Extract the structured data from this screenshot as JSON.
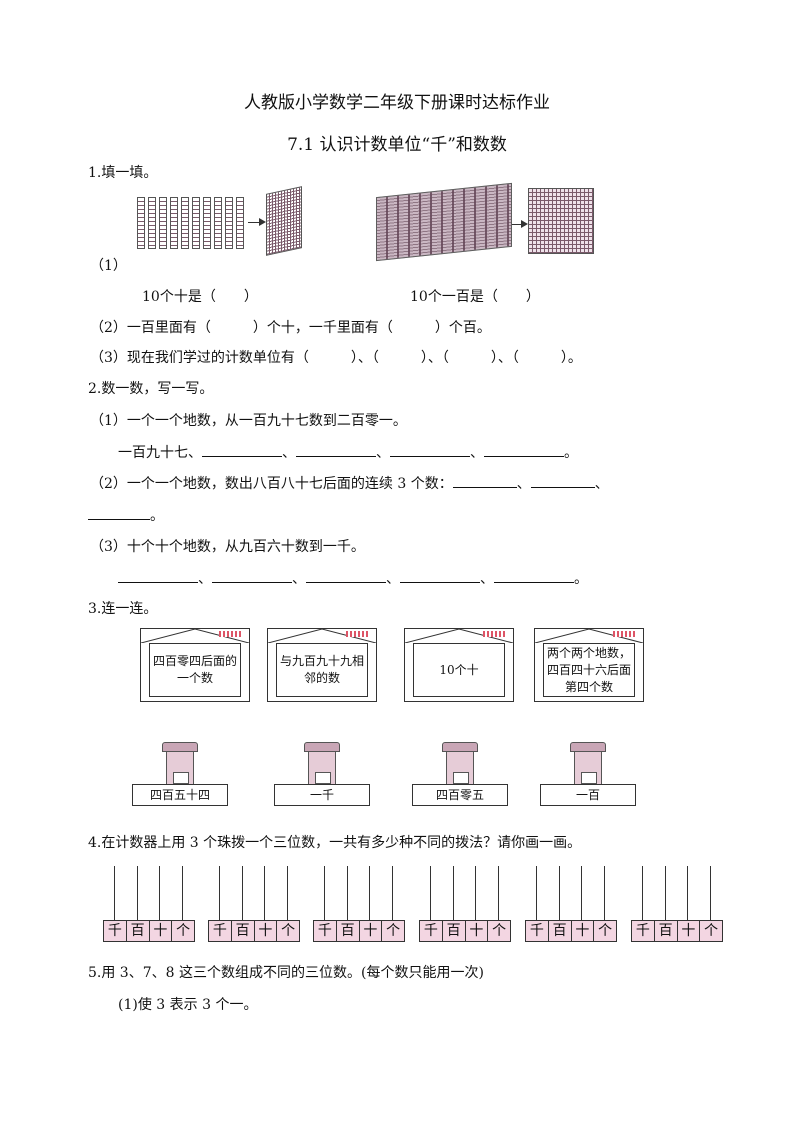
{
  "title": "人教版小学数学二年级下册课时达标作业",
  "subtitle": "7.1 认识计数单位“千”和数数",
  "q1": {
    "heading": "1.填一填。",
    "p1_label": "（1）",
    "cap_left": "10个十是（　　）",
    "cap_right": "10个一百是（　　）",
    "p2": "（2）一百里面有（　　　）个十，一千里面有（　　　）个百。",
    "p3": "（3）现在我们学过的计数单位有（　　　）、（　　　）、（　　　）、（　　　）。"
  },
  "q2": {
    "heading": "2.数一数，写一写。",
    "p1": "（1）一个一个地数，从一百九十七数到二百零一。",
    "p1_start": "一百九十七、",
    "p2": "（2）一个一个地数，数出八百八十七后面的连续 3 个数：",
    "p3": "（3）十个十个地数，从九百六十数到一千。"
  },
  "q3": {
    "heading": "3.连一连。",
    "envelopes": [
      "四百零四后面的一个数",
      "与九百九十九相邻的数",
      "10个十",
      "两个两个地数，四百四十六后面第四个数"
    ],
    "mailboxes": [
      "四百五十四",
      "一千",
      "四百零五",
      "一百"
    ]
  },
  "q4": {
    "heading": "4.在计数器上用 3 个珠拨一个三位数，一共有多少种不同的拨法？请你画一画。",
    "places": [
      "千",
      "百",
      "十",
      "个"
    ]
  },
  "q5": {
    "heading": "5.用 3、7、8 这三个数组成不同的三位数。(每个数只能用一次)",
    "p1": "(1)使 3 表示 3 个一。"
  },
  "colors": {
    "accent_pink": "#f3d6e2",
    "stamp": "#dd5566"
  }
}
